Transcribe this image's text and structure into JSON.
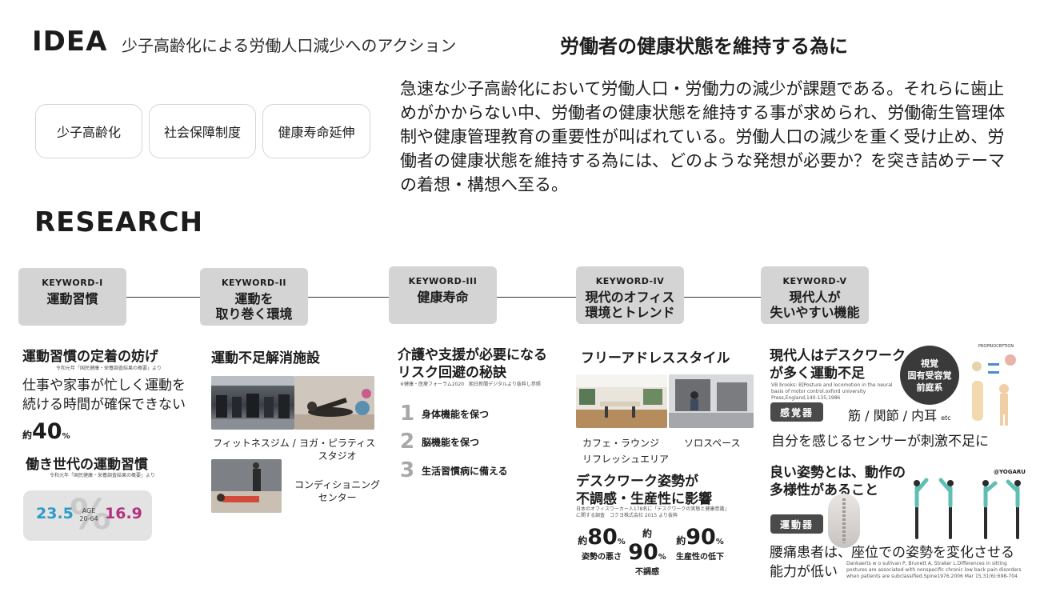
{
  "idea": {
    "title": "IDEA",
    "subtitle": "少子高齢化による労働人口減少へのアクション",
    "headline": "労働者の健康状態を維持する為に",
    "tags": [
      "少子高齢化",
      "社会保障制度",
      "健康寿命延伸"
    ],
    "body": "急速な少子高齢化において労働人口・労働力の減少が課題である。それらに歯止めがかからない中、労働者の健康状態を維持する事が求められ、労働衛生管理体制や健康管理教育の重要性が叫ばれている。労働人口の減少を重く受け止め、労働者の健康状態を維持する為には、どのような発想が必要か？を突き詰めテーマの着想・構想へ至る。"
  },
  "research": {
    "title": "RESEARCH",
    "keywords": [
      {
        "id": "KEYWORD-I",
        "label": "運動習慣"
      },
      {
        "id": "KEYWORD-II",
        "label": "運動を\n取り巻く環境"
      },
      {
        "id": "KEYWORD-III",
        "label": "健康寿命"
      },
      {
        "id": "KEYWORD-IV",
        "label": "現代のオフィス\n環境とトレンド"
      },
      {
        "id": "KEYWORD-V",
        "label": "現代人が\n失いやすい機能"
      }
    ],
    "col1": {
      "heading": "運動習慣の定着の妨げ",
      "cite1": "令和元年「国民健康・栄養調査結果の概要」より",
      "text": "仕事や家事が忙しく運動を続ける時間が確保できない",
      "stat_prefix": "約",
      "stat_value": "40",
      "stat_suffix": "%",
      "heading2": "働き世代の運動習慣",
      "cite2": "令和元年「国民健康・栄養調査結果の概要」より",
      "left_value": "23.5",
      "right_value": "16.9",
      "age_label": "AGE",
      "age_range": "20-64",
      "bg_symbol": "%",
      "left_color": "#2c9bc7",
      "right_color": "#b4317e"
    },
    "col2": {
      "heading": "運動不足解消施設",
      "items": [
        "フィットネスジム /",
        "ヨガ・ピラティス\nスタジオ",
        "コンディショニング\nセンター"
      ]
    },
    "col3": {
      "heading": "介護や支援が必要になる\nリスク回避の秘訣",
      "cite": "※健康・医療フォーラム2020　朝日新聞デジタルより抜粋し参照",
      "list": [
        {
          "num": "1",
          "text": "身体機能を保つ"
        },
        {
          "num": "2",
          "text": "脳機能を保つ"
        },
        {
          "num": "3",
          "text": "生活習慣病に備える"
        }
      ]
    },
    "col4": {
      "heading": "フリーアドレススタイル",
      "cap1": "カフェ・ラウンジ\nリフレッシュエリア",
      "cap2": "ソロスペース",
      "heading2": "デスクワーク姿勢が\n不調感・生産性に影響",
      "cite": "日本のオフィスワーカー人178名に「デスクワークの実態と健康意識」\nに関する調査　コクヨ株式会社 2015 より抜粋",
      "stats": [
        {
          "prefix": "約",
          "value": "80",
          "suffix": "%",
          "label": "姿勢の悪さ"
        },
        {
          "prefix": "約",
          "value": "90",
          "suffix": "%",
          "label": "不調感"
        },
        {
          "prefix": "約",
          "value": "90",
          "suffix": "%",
          "label": "生産性の低下"
        }
      ]
    },
    "col5": {
      "heading": "現代人はデスクワーク\nが多く運動不足",
      "cite": "VB brooks: B]Posture and locomotion in the neural basis of motor control.oxford university Press,England,140-135,1986",
      "circle_text": "視覚\n固有受容覚\n前庭系",
      "badge1": "感覚器",
      "senses": "筋 / 関節 / 内耳",
      "senses_etc": "etc",
      "text1": "自分を感じるセンサーが刺激不足に",
      "diagram_label": "PROPRIOCEPTION",
      "heading2": "良い姿勢とは、動作の\n多様性があること",
      "yoga_credit": "@YOGARU",
      "badge2": "運動器",
      "text2": "腰痛患者は、座位での姿勢を変化させる\n能力が低い",
      "cite2": "Dankaerts w o sullivan P, Brunett A, Straker L.Differences in sitting postures are associated with nonspecific chronic low back pain disorders when patients are subclassified.Spine1976.2006 Mar 15;31(6):698-704."
    }
  }
}
